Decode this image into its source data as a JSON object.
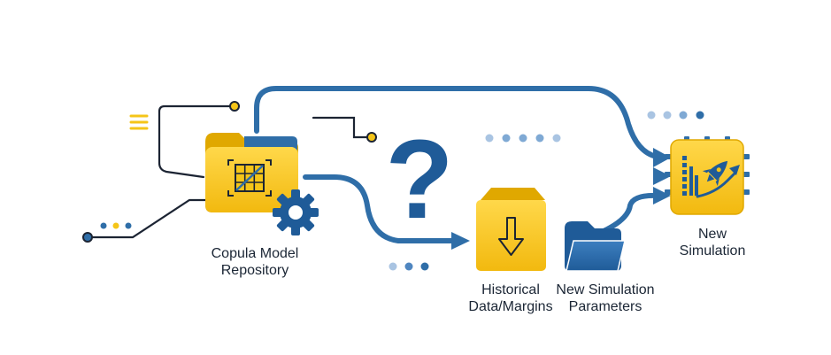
{
  "nodes": {
    "copula_repository": {
      "label_line1": "Copula Model",
      "label_line2": "Repository",
      "icon": "folder-grid-icon"
    },
    "historical_data": {
      "label_line1": "Historical",
      "label_line2": "Data/Margins",
      "icon": "archive-box-down-arrow-icon"
    },
    "simulation_parameters": {
      "label_line1": "New Simulation",
      "label_line2": "Parameters",
      "icon": "blue-folder-icon"
    },
    "new_simulation": {
      "label_line1": "New",
      "label_line2": "Simulation",
      "icon": "rocket-chip-icon"
    }
  },
  "decorations": {
    "question": "?"
  },
  "colors": {
    "yellow": "#f5c518",
    "yellow_dark": "#e0a800",
    "blue": "#2f6ea8",
    "blue_dark": "#1f4f86",
    "blue_light": "#7fa9d4",
    "line_dark": "#1c2433"
  }
}
